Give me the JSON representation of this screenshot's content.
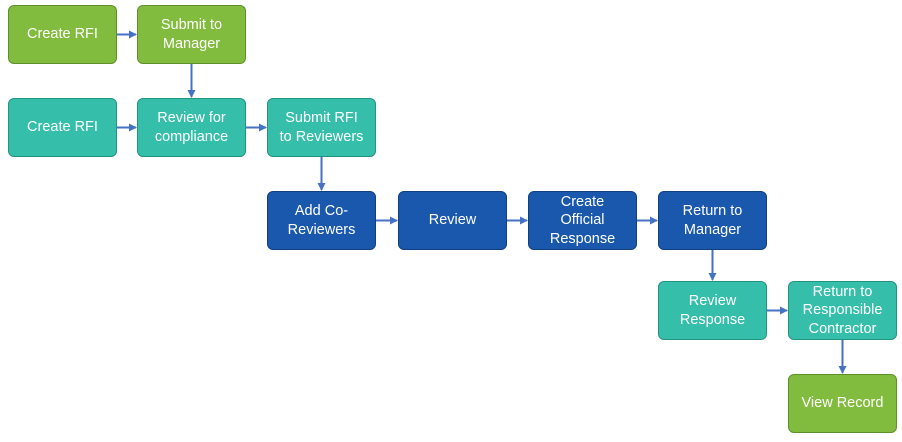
{
  "colors": {
    "green": "#82bc3e",
    "teal": "#35bfaa",
    "blue": "#1a58ad",
    "arrow": "#4472c4"
  },
  "nodes": [
    {
      "id": "create-rfi-1",
      "label": "Create RFI",
      "color": "green"
    },
    {
      "id": "submit-to-manager",
      "label": "Submit to\nManager",
      "color": "green"
    },
    {
      "id": "create-rfi-2",
      "label": "Create RFI",
      "color": "teal"
    },
    {
      "id": "review-for-compliance",
      "label": "Review for\ncompliance",
      "color": "teal"
    },
    {
      "id": "submit-rfi-to-reviewers",
      "label": "Submit RFI\nto Reviewers",
      "color": "teal"
    },
    {
      "id": "add-co-reviewers",
      "label": "Add Co-\nReviewers",
      "color": "blue"
    },
    {
      "id": "review",
      "label": "Review",
      "color": "blue"
    },
    {
      "id": "create-official-response",
      "label": "Create\nOfficial\nResponse",
      "color": "blue"
    },
    {
      "id": "return-to-manager",
      "label": "Return to\nManager",
      "color": "blue"
    },
    {
      "id": "review-response",
      "label": "Review\nResponse",
      "color": "teal"
    },
    {
      "id": "return-to-responsible-contractor",
      "label": "Return to\nResponsible\nContractor",
      "color": "teal"
    },
    {
      "id": "view-record",
      "label": "View Record",
      "color": "green"
    }
  ],
  "edges": [
    {
      "from": "create-rfi-1",
      "to": "submit-to-manager"
    },
    {
      "from": "submit-to-manager",
      "to": "review-for-compliance"
    },
    {
      "from": "create-rfi-2",
      "to": "review-for-compliance"
    },
    {
      "from": "review-for-compliance",
      "to": "submit-rfi-to-reviewers"
    },
    {
      "from": "submit-rfi-to-reviewers",
      "to": "add-co-reviewers"
    },
    {
      "from": "add-co-reviewers",
      "to": "review"
    },
    {
      "from": "review",
      "to": "create-official-response"
    },
    {
      "from": "create-official-response",
      "to": "return-to-manager"
    },
    {
      "from": "return-to-manager",
      "to": "review-response"
    },
    {
      "from": "review-response",
      "to": "return-to-responsible-contractor"
    },
    {
      "from": "return-to-responsible-contractor",
      "to": "view-record"
    }
  ]
}
